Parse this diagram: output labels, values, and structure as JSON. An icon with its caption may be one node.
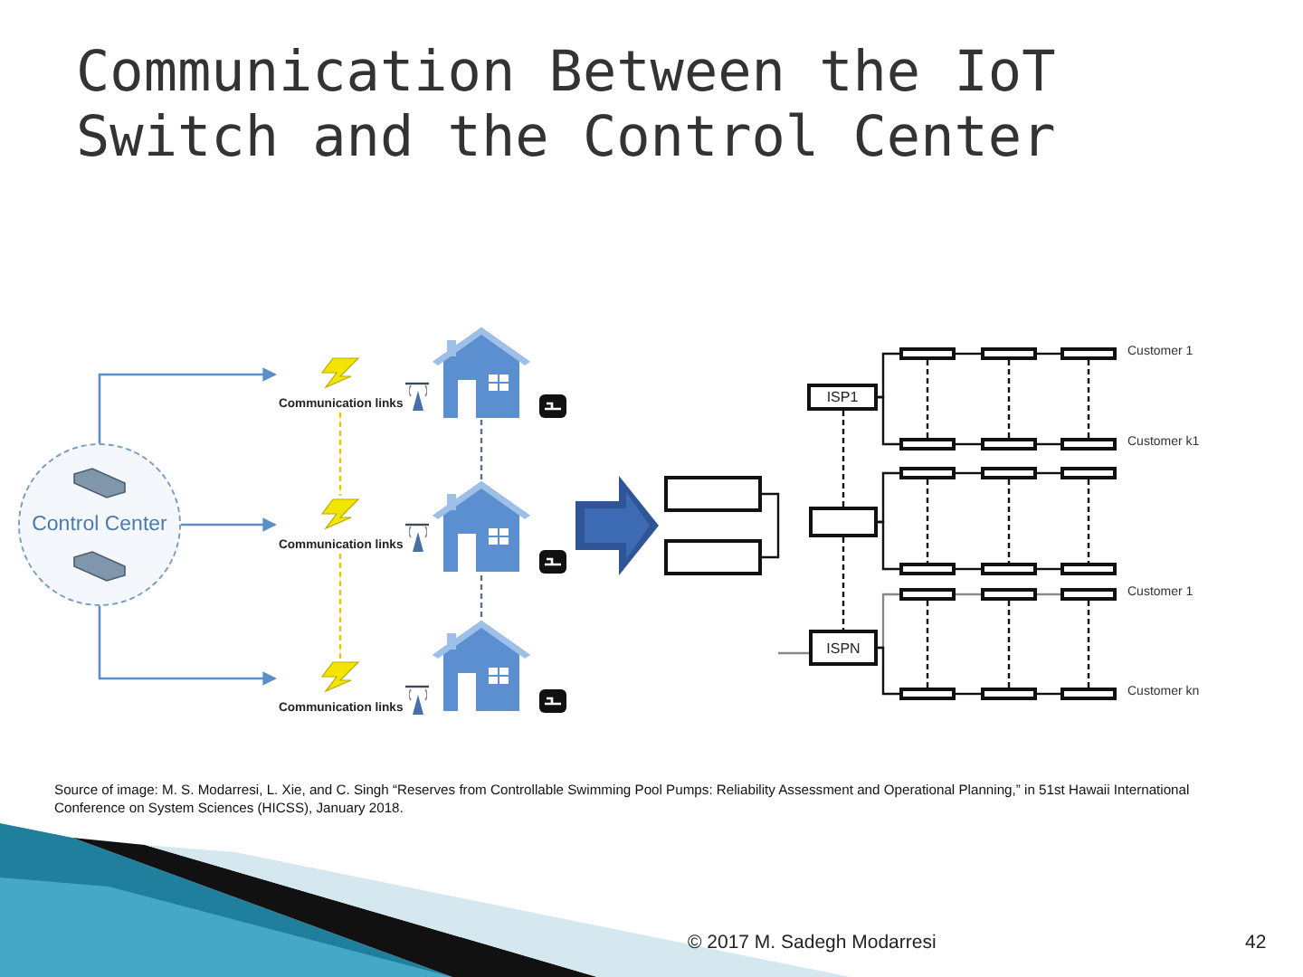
{
  "diagram": {
    "title": "Communication Between the IoT Switch and the Control Center",
    "nodes": [
      {
        "text": [
          "Control Center"
        ]
      },
      {
        "text": [
          "Communication links"
        ]
      },
      {
        "text": [
          "Communication links"
        ]
      },
      {
        "text": [
          "Communication links"
        ]
      },
      {
        "text": [],
        "shape": "house"
      },
      {
        "text": [],
        "shape": "house"
      },
      {
        "text": [],
        "shape": "house"
      },
      {
        "text": [],
        "shape": "arrow"
      },
      {
        "text": [],
        "shape": "box"
      },
      {
        "text": [],
        "shape": "box"
      },
      {
        "text": [
          "ISP1"
        ]
      },
      {
        "text": [],
        "shape": "box"
      },
      {
        "text": [
          "ISPN"
        ]
      },
      {
        "text": [],
        "shape": "box"
      },
      {
        "text": [],
        "shape": "box"
      },
      {
        "text": [],
        "shape": "box",
        "beside": [
          "Customer 1"
        ]
      },
      {
        "text": [],
        "shape": "box"
      },
      {
        "text": [],
        "shape": "box"
      },
      {
        "text": [],
        "shape": "box",
        "beside": [
          "Customer k1"
        ]
      },
      {
        "text": [],
        "shape": "box"
      },
      {
        "text": [],
        "shape": "box"
      },
      {
        "text": [],
        "shape": "box"
      },
      {
        "text": [],
        "shape": "box"
      },
      {
        "text": [],
        "shape": "box"
      },
      {
        "text": [],
        "shape": "box"
      },
      {
        "text": [],
        "shape": "box"
      },
      {
        "text": [],
        "shape": "box"
      },
      {
        "text": [],
        "shape": "box",
        "beside": [
          "Customer 1"
        ]
      },
      {
        "text": [],
        "shape": "box"
      },
      {
        "text": [],
        "shape": "box"
      },
      {
        "text": [],
        "shape": "box",
        "beside": [
          "Customer kn"
        ]
      }
    ],
    "edges": [
      {
        "from": 0,
        "to": 1,
        "arrow": "to",
        "color": "#5b8fc7"
      },
      {
        "from": 0,
        "to": 2,
        "arrow": "to",
        "color": "#5b8fc7"
      },
      {
        "from": 0,
        "to": 3,
        "arrow": "to",
        "color": "#5b8fc7"
      },
      {
        "from": 1,
        "to": 4,
        "arrow": "none",
        "color": "#3b4a5a"
      },
      {
        "from": 2,
        "to": 5,
        "arrow": "none",
        "color": "#3b4a5a"
      },
      {
        "from": 3,
        "to": 6,
        "arrow": "none",
        "color": "#3b4a5a"
      },
      {
        "from": 1,
        "to": 2,
        "arrow": "none",
        "style": "dashed",
        "color": "#e8c800"
      },
      {
        "from": 2,
        "to": 3,
        "arrow": "none",
        "style": "dashed",
        "color": "#e8c800"
      },
      {
        "from": 4,
        "to": 5,
        "arrow": "none",
        "style": "dashed",
        "color": "#5a6f8a"
      },
      {
        "from": 5,
        "to": 6,
        "arrow": "none",
        "style": "dashed",
        "color": "#5a6f8a"
      },
      {
        "from": 8,
        "to": 9,
        "arrow": "none"
      },
      {
        "from": null,
        "to": 12,
        "arrow": "none",
        "color": "#888888"
      },
      {
        "from": 10,
        "to": 11,
        "arrow": "none",
        "style": "dashed"
      },
      {
        "from": 11,
        "to": 12,
        "arrow": "none",
        "style": "dashed"
      },
      {
        "from": 10,
        "to": 13,
        "arrow": "none"
      },
      {
        "from": 10,
        "to": 16,
        "arrow": "none"
      },
      {
        "from": 11,
        "to": 19,
        "arrow": "none"
      },
      {
        "from": 11,
        "to": 22,
        "arrow": "none"
      },
      {
        "from": 12,
        "to": 25,
        "arrow": "none",
        "color": "#888888"
      },
      {
        "from": 12,
        "to": 28,
        "arrow": "none"
      },
      {
        "from": 13,
        "to": 14,
        "arrow": "none"
      },
      {
        "from": 14,
        "to": 15,
        "arrow": "none"
      },
      {
        "from": 16,
        "to": 17,
        "arrow": "none"
      },
      {
        "from": 17,
        "to": 18,
        "arrow": "none"
      },
      {
        "from": 19,
        "to": 20,
        "arrow": "none"
      },
      {
        "from": 20,
        "to": 21,
        "arrow": "none"
      },
      {
        "from": 22,
        "to": 23,
        "arrow": "none"
      },
      {
        "from": 23,
        "to": 24,
        "arrow": "none"
      },
      {
        "from": 25,
        "to": 26,
        "arrow": "none",
        "color": "#888888"
      },
      {
        "from": 26,
        "to": 27,
        "arrow": "none",
        "color": "#888888"
      },
      {
        "from": 28,
        "to": 29,
        "arrow": "none"
      },
      {
        "from": 29,
        "to": 30,
        "arrow": "none"
      },
      {
        "from": 13,
        "to": 16,
        "arrow": "none",
        "style": "dashed"
      },
      {
        "from": 14,
        "to": 17,
        "arrow": "none",
        "style": "dashed"
      },
      {
        "from": 15,
        "to": 18,
        "arrow": "none",
        "style": "dashed"
      },
      {
        "from": 19,
        "to": 22,
        "arrow": "none",
        "style": "dashed"
      },
      {
        "from": 20,
        "to": 23,
        "arrow": "none",
        "style": "dashed"
      },
      {
        "from": 21,
        "to": 24,
        "arrow": "none",
        "style": "dashed"
      },
      {
        "from": 25,
        "to": 28,
        "arrow": "none",
        "style": "dashed"
      },
      {
        "from": 26,
        "to": 29,
        "arrow": "none",
        "style": "dashed"
      },
      {
        "from": 27,
        "to": 30,
        "arrow": "none",
        "style": "dashed"
      }
    ],
    "labels": [
      "Source of image: M. S. Modarresi, L. Xie, and C. Singh “Reserves from Controllable Swimming Pool Pumps: Reliability Assessment and Operational Planning,” in 51st Hawaii International Conference on System Sciences (HICSS), January 2018.",
      "© 2017 M. Sadegh Modarresi",
      "42"
    ]
  }
}
